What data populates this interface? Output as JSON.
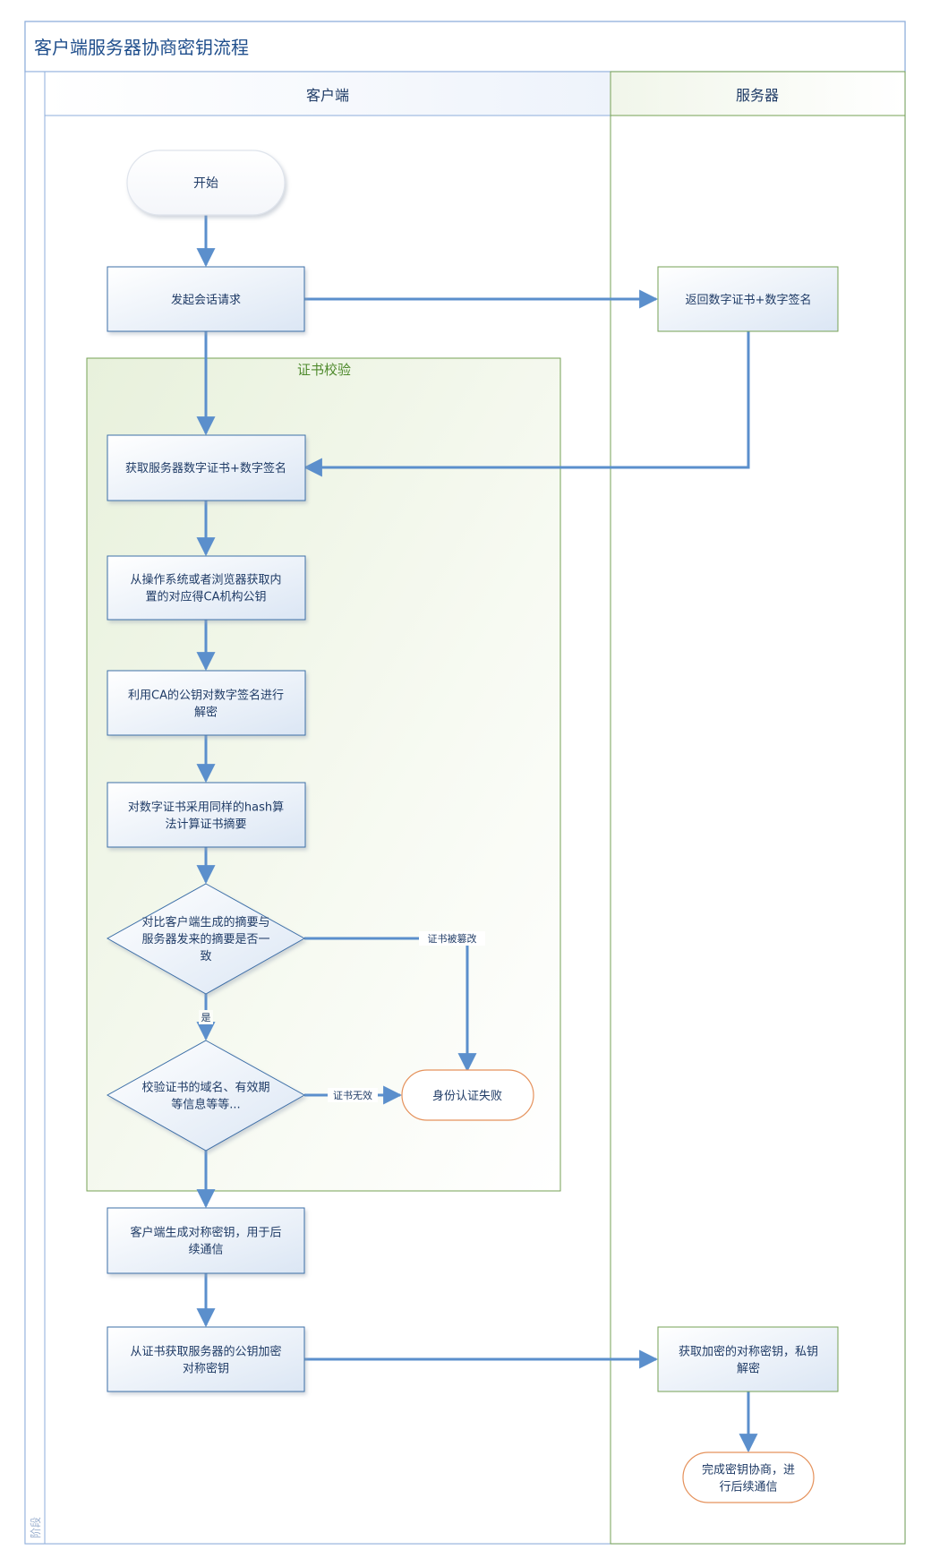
{
  "title": "客户端服务器协商密钥流程",
  "lanes": {
    "client": "客户端",
    "server": "服务器",
    "phase": "阶段"
  },
  "group": {
    "label": "证书校验"
  },
  "nodes": {
    "start": "开始",
    "initiate_session": [
      "发起会话请求"
    ],
    "return_cert": [
      "返回数字证书+数字签名"
    ],
    "get_server_cert": [
      "获取服务器数字证书+数字签名"
    ],
    "get_ca_key": [
      "从操作系统或者浏览器获取内",
      "置的对应得CA机构公钥"
    ],
    "decrypt_signature": [
      "利用CA的公钥对数字签名进行",
      "解密"
    ],
    "compute_digest": [
      "对数字证书采用同样的hash算",
      "法计算证书摘要"
    ],
    "compare_digest": [
      "对比客户端生成的摘要与",
      "服务器发来的摘要是否一",
      "致"
    ],
    "verify_cert_info": [
      "校验证书的域名、有效期",
      "等信息等等..."
    ],
    "auth_failed": [
      "身份认证失败"
    ],
    "gen_symmetric_key": [
      "客户端生成对称密钥，用于后",
      "续通信"
    ],
    "encrypt_symmetric_key": [
      "从证书获取服务器的公钥加密",
      "对称密钥"
    ],
    "server_decrypt": [
      "获取加密的对称密钥，私钥",
      "解密"
    ],
    "complete": [
      "完成密钥协商，进",
      "行后续通信"
    ]
  },
  "edge_labels": {
    "tampered": "证书被篡改",
    "yes": "是",
    "invalid": "证书无效"
  },
  "colors": {
    "arrow": "#5b8fcc",
    "process_border": "#3d6fa8",
    "server_border": "#76a254",
    "terminator_border": "#e5925c",
    "title_border": "#8eaedb",
    "group_label": "#4f8a2d"
  }
}
